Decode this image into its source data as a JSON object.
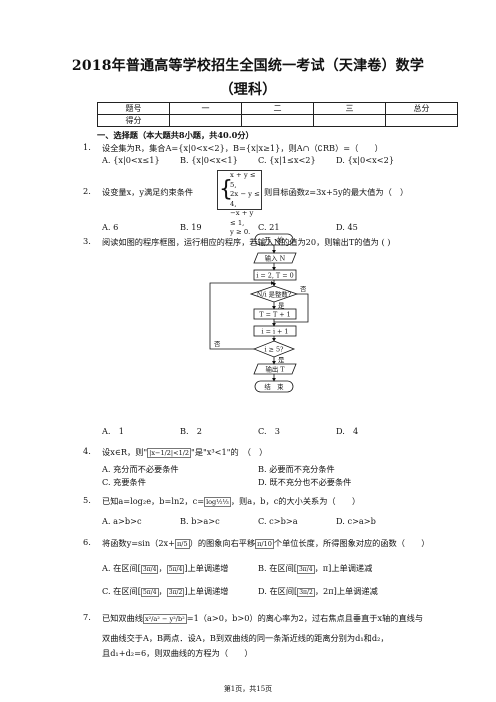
{
  "title": {
    "line1": "2018年普通高等学校招生全国统一考试（天津卷）数学",
    "line2": "（理科）"
  },
  "score_table": {
    "header": [
      "题号",
      "一",
      "二",
      "三",
      "总分"
    ],
    "row_label": "得分"
  },
  "section1": "一、选择题（本大题共8小题，共40.0分）",
  "q1": {
    "num": "1.",
    "text": "设全集为R，集合A={x|0<x<2}，B={x|x≥1}，则A∩（∁RB）=（　　）",
    "options": [
      "A. {x|0<x≤1}",
      "B. {x|0<x<1}",
      "C. {x|1≤x<2}",
      "D. {x|0<x<2}"
    ]
  },
  "q2": {
    "num": "2.",
    "prefix": "设变量x，y满足约束条件",
    "constraints": [
      "x + y ≤ 5,",
      "2x − y ≤ 4,",
      "−x + y ≤ 1,",
      "y ≥ 0."
    ],
    "suffix": "则目标函数z=3x+5y的最大值为（　）",
    "options": [
      "A. 6",
      "B. 19",
      "C. 21",
      "D. 45"
    ]
  },
  "q3": {
    "num": "3.",
    "text": "阅读如图的程序框图，运行相应的程序，若输入N的值为20，则输出T的值为 ( )",
    "flow": {
      "start": "开　始",
      "input": "输入 N",
      "init": "i = 2, T = 0",
      "cond1": "N/i 是整数?",
      "yes": "是",
      "no": "否",
      "inc_t": "T = T + 1",
      "inc_i": "i = i + 1",
      "cond2": "i ≥ 5?",
      "output": "输出 T",
      "end": "结　束"
    },
    "options": [
      "A.　1",
      "B.　2",
      "C.　3",
      "D.　4"
    ]
  },
  "q4": {
    "num": "4.",
    "pre": "设x∈R，则\"",
    "box": "|x−1/2|<1/2",
    "post": "\"是\"x³<1\"的　（　）",
    "options": [
      "A. 充分而不必要条件",
      "B. 必要而不充分条件",
      "C. 充要条件",
      "D. 既不充分也不必要条件"
    ]
  },
  "q5": {
    "num": "5.",
    "pre": "已知a=log₂e，b=ln2，c=",
    "box": "log½⅓",
    "post": "，则a，b，c的大小关系为（　　）",
    "options": [
      "A. a>b>c",
      "B. b>a>c",
      "C. c>b>a",
      "D. c>a>b"
    ]
  },
  "q6": {
    "num": "6.",
    "pre": "将函数y=sin（2x+",
    "box1": "π/5",
    "mid": "）的图象向右平移",
    "box2": "π/10",
    "post": "个单位长度，所得图象对应的函数（　　）",
    "options": [
      {
        "pre": "A. 在区间[",
        "b1": "3π/4",
        "b2": "5π/4",
        "post": "]上单调递增"
      },
      {
        "pre": "B. 在区间[",
        "b1": "3π/4",
        "b2": "",
        "post": "，π]上单调递减"
      },
      {
        "pre": "C. 在区间[",
        "b1": "5π/4",
        "b2": "3π/2",
        "post": "]上单调递增"
      },
      {
        "pre": "D. 在区间[",
        "b1": "3π/2",
        "b2": "",
        "post": "，2π]上单调递减"
      }
    ]
  },
  "q7": {
    "num": "7.",
    "pre": "已知双曲线",
    "box": "x²/a² − y²/b²",
    "post": "=1（a>0，b>0）的离心率为2，过右焦点且垂直于x轴的直线与",
    "line2": "双曲线交于A，B两点．设A，B到双曲线的同一条渐近线的距离分别为d₁和d₂，",
    "line3": "且d₁+d₂=6，则双曲线的方程为（　　）"
  },
  "footer": "第1页，共15页"
}
